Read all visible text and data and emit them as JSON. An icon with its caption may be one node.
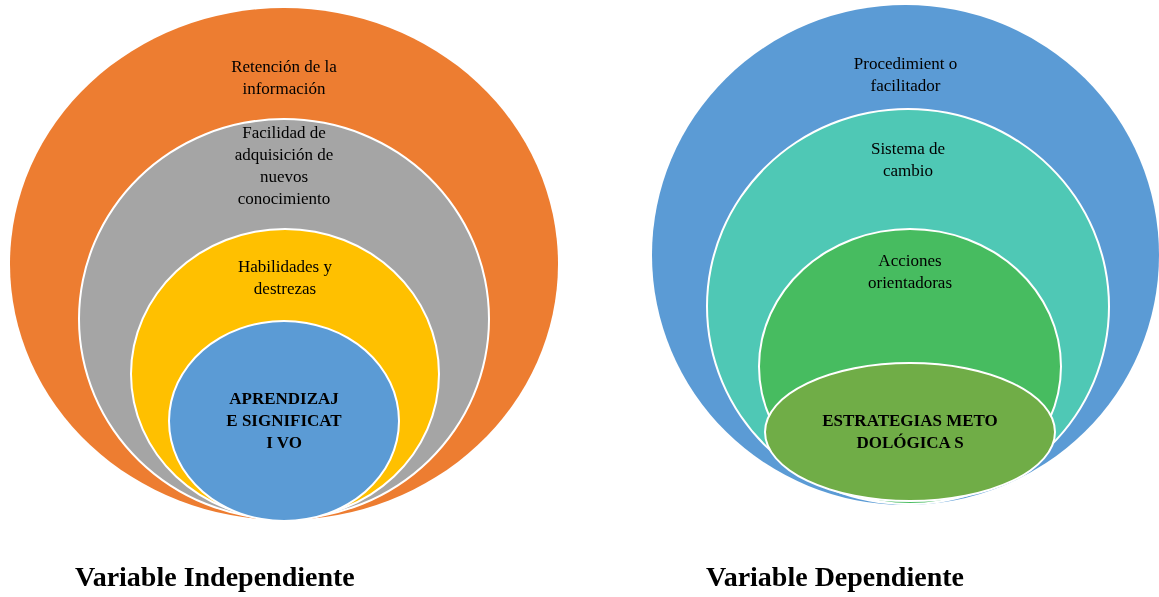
{
  "diagram": {
    "nodes": [
      {
        "text": [
          "Retención de la información"
        ]
      },
      {
        "text": [
          "Facilidad de adquisición de nuevos conocimiento"
        ],
        "in": 0
      },
      {
        "text": [
          "Habilidades y destrezas"
        ],
        "in": 1
      },
      {
        "text": [
          "APRENDIZAJ E SIGNIFICATI VO"
        ],
        "in": 2
      },
      {
        "text": [
          "Procedimient o facilitador"
        ]
      },
      {
        "text": [
          "Sistema de cambio"
        ],
        "in": 4
      },
      {
        "text": [
          "Acciones orientadoras"
        ],
        "in": 5
      },
      {
        "text": [
          "ESTRATEGIAS METODOLÓGICA S"
        ],
        "in": 6
      }
    ],
    "labels": [
      "Variable Independiente",
      "Variable Dependiente"
    ]
  }
}
